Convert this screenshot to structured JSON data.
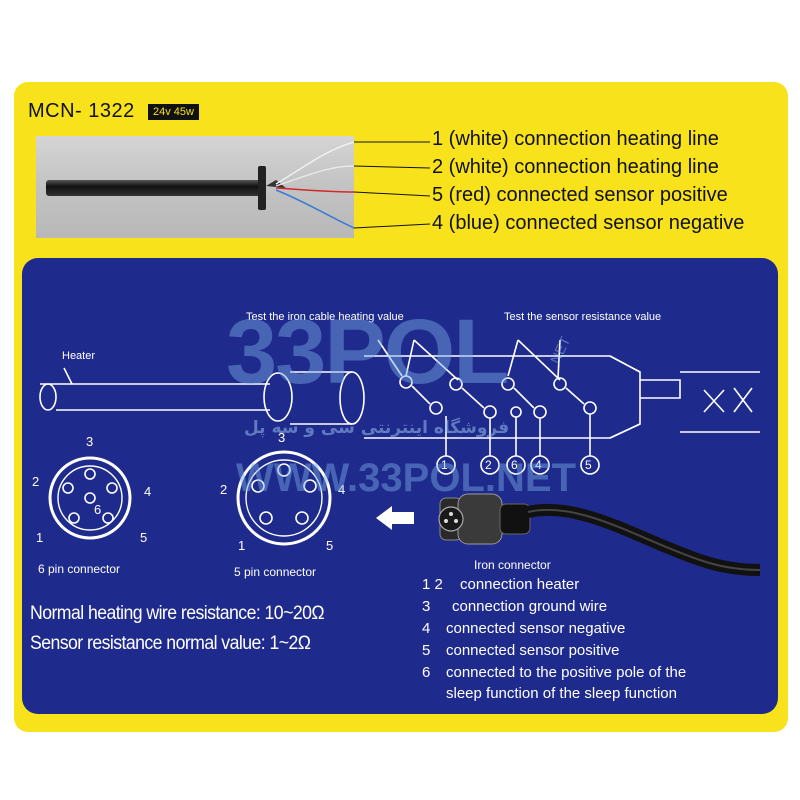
{
  "header": {
    "model": "MCN- 1322",
    "rating": "24v 45w"
  },
  "wires": [
    {
      "label": "1 (white) connection heating line",
      "color": "#ffffff"
    },
    {
      "label": "2 (white) connection heating line",
      "color": "#ffffff"
    },
    {
      "label": "5 (red) connected sensor positive",
      "color": "#d62828"
    },
    {
      "label": "4 (blue) connected sensor negative",
      "color": "#3a7bd5"
    }
  ],
  "diagram": {
    "test_heating_label": "Test the iron cable heating value",
    "test_sensor_label": "Test the sensor resistance value",
    "heater_label": "Heater",
    "terminal_numbers": [
      "1",
      "2",
      "6",
      "4",
      "5"
    ],
    "connector_6pin": {
      "title": "6 pin connector",
      "pins": [
        "1",
        "2",
        "3",
        "4",
        "5",
        "6"
      ]
    },
    "connector_5pin": {
      "title": "5 pin connector",
      "pins": [
        "1",
        "2",
        "3",
        "4",
        "5"
      ]
    },
    "iron_connector_label": "Iron connector"
  },
  "resistance": {
    "heating": "Normal heating wire resistance: 10~20Ω",
    "sensor": "Sensor resistance normal value: 1~2Ω"
  },
  "pin_legend": [
    {
      "num": "1 2",
      "desc": "connection heater"
    },
    {
      "num": "3",
      "desc": "connection ground wire"
    },
    {
      "num": "4",
      "desc": "connected sensor negative"
    },
    {
      "num": "5",
      "desc": "connected sensor positive"
    },
    {
      "num": "6",
      "desc": "connected to the positive pole of the"
    },
    {
      "num": "",
      "desc": "sleep function of the sleep function"
    }
  ],
  "watermark": {
    "logo": "33POL",
    "url": "WWW.33POL.NET",
    "persian": "فروشگاه اینترنتی سی و سه پل",
    "net": "NET"
  },
  "colors": {
    "card": "#f7e21c",
    "panel": "#1f2b8c",
    "text_dark": "#111111",
    "text_light": "#ffffff"
  }
}
